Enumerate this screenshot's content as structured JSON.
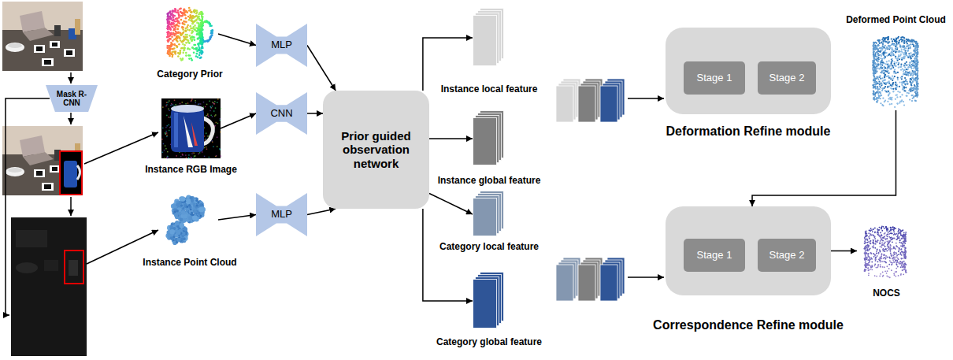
{
  "diagram": {
    "nodes": [
      {
        "text": [
          "Mask R-CNN"
        ]
      },
      {
        "text": [
          "Category Prior"
        ]
      },
      {
        "text": [
          "MLP"
        ]
      },
      {
        "text": [
          "Instance RGB Image"
        ]
      },
      {
        "text": [
          "CNN"
        ]
      },
      {
        "text": [
          "Instance Point Cloud"
        ]
      },
      {
        "text": [
          "MLP"
        ]
      },
      {
        "text": [
          "Prior guided observation network"
        ]
      },
      {
        "text": [
          "Instance local feature"
        ]
      },
      {
        "text": [
          "Instance global feature"
        ]
      },
      {
        "text": [
          "Category local feature"
        ]
      },
      {
        "text": [
          "Category global feature"
        ]
      },
      {
        "text": [
          "Deformation Refine module"
        ]
      },
      {
        "text": [
          "Stage 1"
        ],
        "in": 12
      },
      {
        "text": [
          "Stage 2"
        ],
        "in": 12
      },
      {
        "text": [
          "Deformed Point Cloud"
        ]
      },
      {
        "text": [
          "Correspondence Refine module"
        ]
      },
      {
        "text": [
          "Stage 1"
        ],
        "in": 16
      },
      {
        "text": [
          "Stage 2"
        ],
        "in": 16
      },
      {
        "text": [
          "NOCS"
        ]
      }
    ],
    "edges": [
      {
        "from": 1,
        "to": 2,
        "arrow": "to"
      },
      {
        "from": 3,
        "to": 4,
        "arrow": "to"
      },
      {
        "from": 5,
        "to": 6,
        "arrow": "to"
      },
      {
        "from": 2,
        "to": 7,
        "arrow": "to"
      },
      {
        "from": 4,
        "to": 7,
        "arrow": "to"
      },
      {
        "from": 6,
        "to": 7,
        "arrow": "to"
      },
      {
        "from": 7,
        "to": 8,
        "arrow": "to"
      },
      {
        "from": 7,
        "to": 9,
        "arrow": "to"
      },
      {
        "from": 7,
        "to": 10,
        "arrow": "to"
      },
      {
        "from": 7,
        "to": 11,
        "arrow": "to"
      },
      {
        "from": 15,
        "to": 16,
        "arrow": "to"
      },
      {
        "from": 16,
        "to": 19,
        "arrow": "to"
      }
    ]
  }
}
